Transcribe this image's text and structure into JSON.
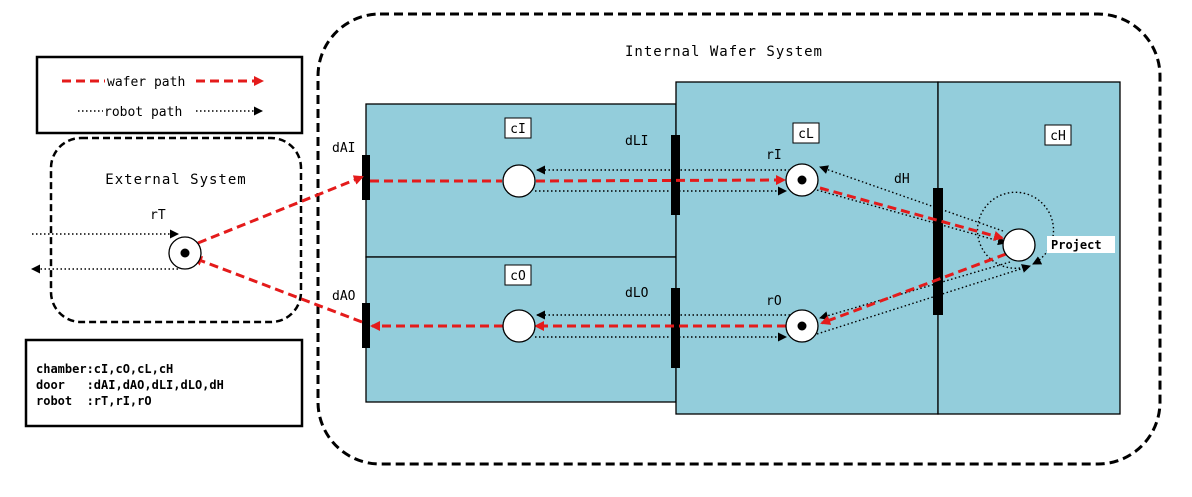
{
  "legend": {
    "wafer_path": "wafer path",
    "robot_path": "robot path"
  },
  "internal_title": "Internal Wafer System",
  "external_title": "External System",
  "chambers": {
    "cI": "cI",
    "cO": "cO",
    "cL": "cL",
    "cH": "cH"
  },
  "doors": {
    "dAI": "dAI",
    "dAO": "dAO",
    "dLI": "dLI",
    "dLO": "dLO",
    "dH": "dH"
  },
  "robots": {
    "rT": "rT",
    "rI": "rI",
    "rO": "rO"
  },
  "project_label": "Project",
  "key": {
    "chamber": "chamber:cI,cO,cL,cH",
    "door": "door   :dAI,dAO,dLI,dLO,dH",
    "robot": "robot  :rT,rI,rO"
  },
  "colors": {
    "chamber_fill": "#93cddb",
    "wafer_path": "#e41b1b",
    "robot_path": "#000000",
    "door": "#000000"
  }
}
